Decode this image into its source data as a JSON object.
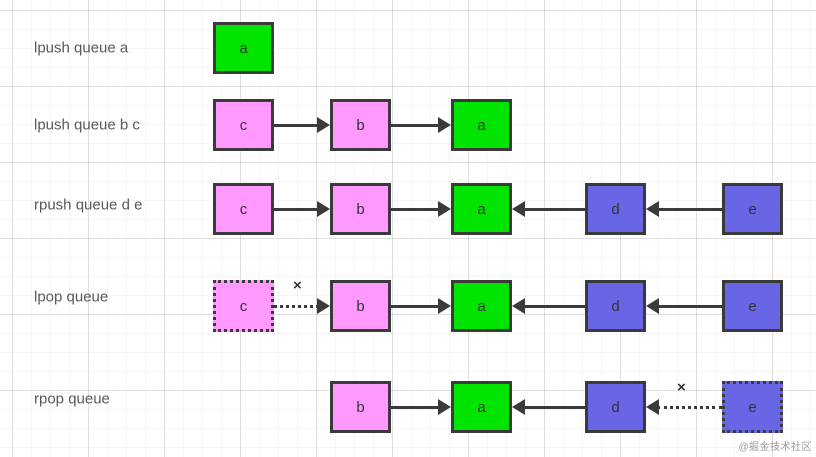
{
  "colors": {
    "green": "#00e400",
    "pink": "#ff99ff",
    "blue": "#6966e6",
    "line": "#3a3a3a",
    "label-text": "#595959",
    "node-text": "#333333",
    "watermark": "#999999"
  },
  "symbols": {
    "cross": "×"
  },
  "watermark": "@掘金技术社区",
  "rows": [
    {
      "label": "lpush queue a",
      "nodes": [
        {
          "text": "a",
          "color": "green"
        }
      ]
    },
    {
      "label": "lpush queue b c",
      "nodes": [
        {
          "text": "c",
          "color": "pink"
        },
        {
          "text": "b",
          "color": "pink"
        },
        {
          "text": "a",
          "color": "green"
        }
      ]
    },
    {
      "label": "rpush queue d e",
      "nodes": [
        {
          "text": "c",
          "color": "pink"
        },
        {
          "text": "b",
          "color": "pink"
        },
        {
          "text": "a",
          "color": "green"
        },
        {
          "text": "d",
          "color": "blue"
        },
        {
          "text": "e",
          "color": "blue"
        }
      ]
    },
    {
      "label": "lpop queue",
      "nodes": [
        {
          "text": "c",
          "color": "pink",
          "removed": true
        },
        {
          "text": "b",
          "color": "pink"
        },
        {
          "text": "a",
          "color": "green"
        },
        {
          "text": "d",
          "color": "blue"
        },
        {
          "text": "e",
          "color": "blue"
        }
      ]
    },
    {
      "label": "rpop queue",
      "nodes": [
        {
          "text": "b",
          "color": "pink"
        },
        {
          "text": "a",
          "color": "green"
        },
        {
          "text": "d",
          "color": "blue"
        },
        {
          "text": "e",
          "color": "blue",
          "removed": true
        }
      ]
    }
  ]
}
